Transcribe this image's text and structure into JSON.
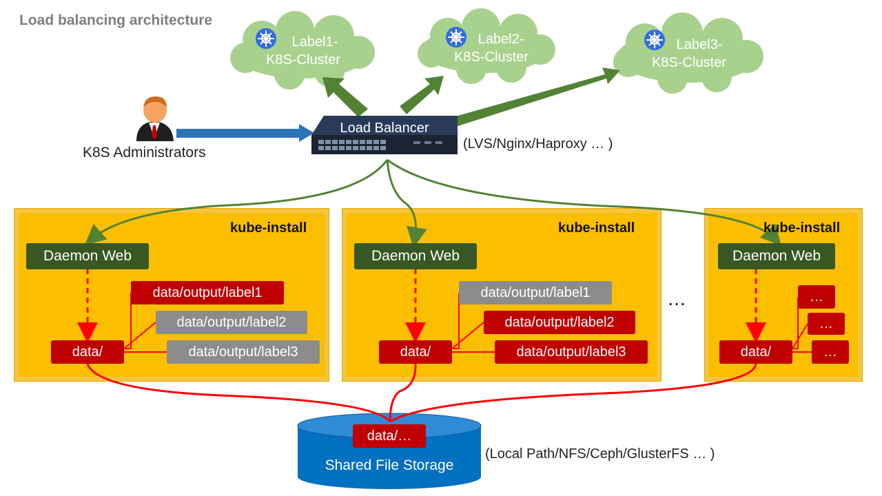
{
  "title": "Load balancing architecture",
  "clusters": [
    {
      "line1": "Label1-",
      "line2": "K8S-Cluster"
    },
    {
      "line1": "Label2-",
      "line2": "K8S-Cluster"
    },
    {
      "line1": "Label3-",
      "line2": "K8S-Cluster"
    }
  ],
  "admin_label": "K8S Administrators",
  "load_balancer": {
    "label": "Load Balancer",
    "note": "(LVS/Nginx/Haproxy … )"
  },
  "panels": [
    {
      "title": "kube-install",
      "daemon": "Daemon Web",
      "data": "data/",
      "outputs": [
        "data/output/label1",
        "data/output/label2",
        "data/output/label3"
      ]
    },
    {
      "title": "kube-install",
      "daemon": "Daemon Web",
      "data": "data/",
      "outputs": [
        "data/output/label1",
        "data/output/label2",
        "data/output/label3"
      ]
    },
    {
      "title": "kube-install",
      "daemon": "Daemon Web",
      "data": "data/",
      "outputs": [
        "…",
        "…",
        "…"
      ]
    }
  ],
  "ellipsis": "…",
  "storage": {
    "tag": "data/…",
    "label": "Shared File Storage",
    "note": "(Local Path/NFS/Ceph/GlusterFS … )"
  },
  "colors": {
    "cloud": "#a9d18e",
    "arrow_green": "#548235",
    "arrow_blue": "#2e75b6",
    "panel": "#fbbf00",
    "red": "#c00000",
    "grey": "#8c8c8c",
    "daemon": "#385723",
    "storage": "#0070c0"
  }
}
